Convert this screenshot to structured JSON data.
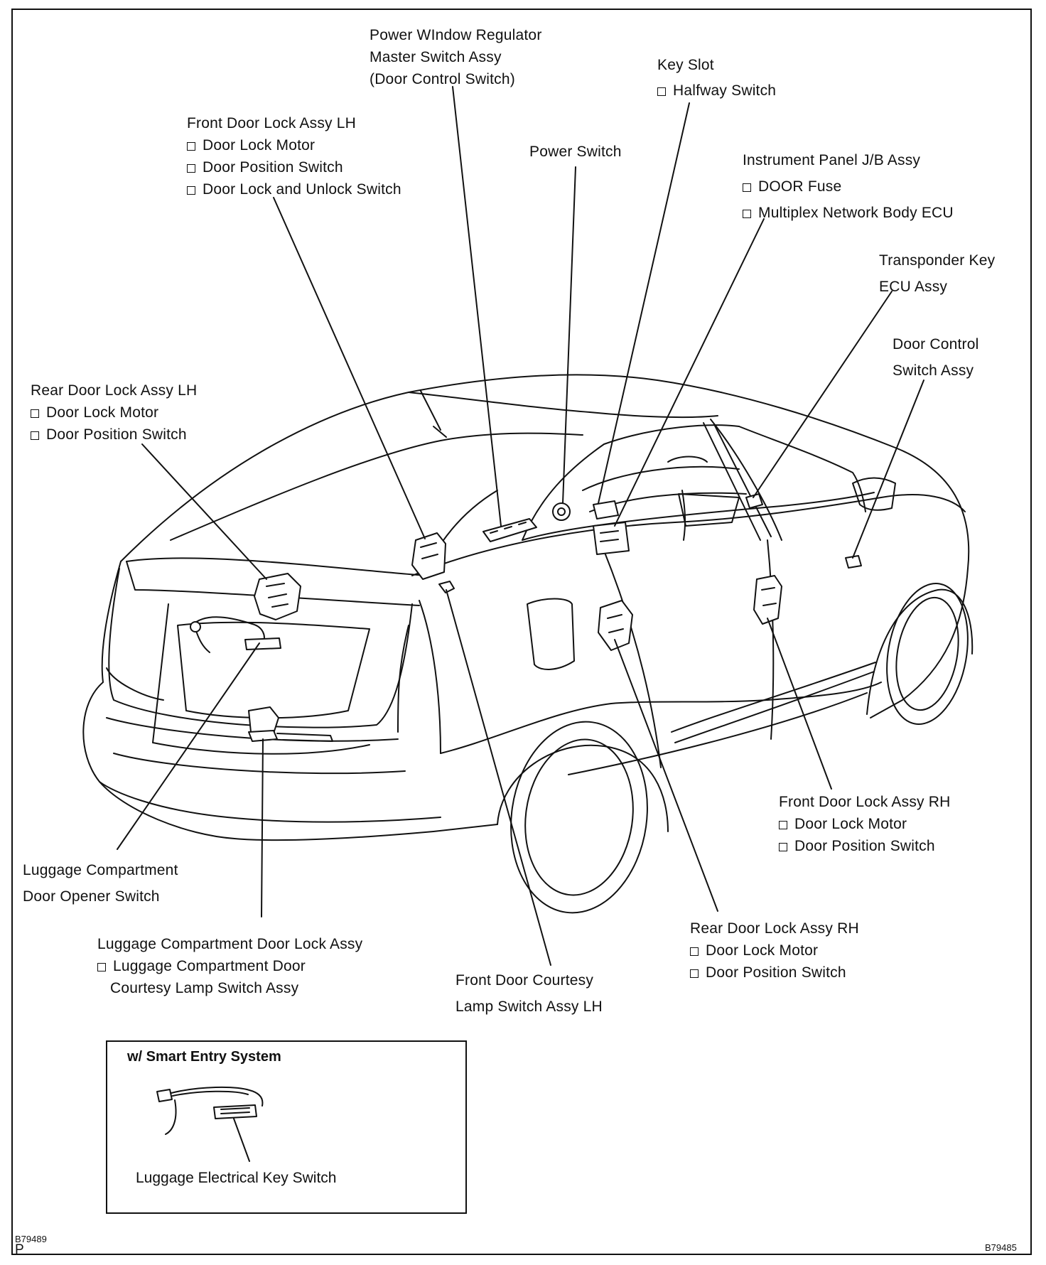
{
  "labels": {
    "power_window": [
      "Power WIndow Regulator",
      "Master Switch Assy",
      "(Door Control Switch)"
    ],
    "key_slot": {
      "title": "Key Slot",
      "items": [
        "Halfway Switch"
      ]
    },
    "front_door_lock_lh": {
      "title": "Front Door Lock Assy LH",
      "items": [
        "Door Lock Motor",
        "Door Position Switch",
        "Door Lock and Unlock Switch"
      ]
    },
    "power_switch": "Power Switch",
    "instrument_panel": {
      "title": "Instrument Panel J/B Assy",
      "items": [
        "DOOR Fuse",
        "Multiplex Network Body ECU"
      ]
    },
    "transponder": [
      "Transponder Key",
      "ECU Assy"
    ],
    "door_control_switch": [
      "Door Control",
      "Switch Assy"
    ],
    "rear_door_lock_lh": {
      "title": "Rear Door Lock Assy LH",
      "items": [
        "Door Lock Motor",
        "Door Position Switch"
      ]
    },
    "front_door_lock_rh": {
      "title": "Front Door Lock Assy RH",
      "items": [
        "Door Lock Motor",
        "Door Position Switch"
      ]
    },
    "luggage_opener": [
      "Luggage Compartment",
      "Door Opener Switch"
    ],
    "rear_door_lock_rh": {
      "title": "Rear Door Lock Assy RH",
      "items": [
        "Door Lock Motor",
        "Door Position Switch"
      ]
    },
    "luggage_lock": {
      "title": "Luggage Compartment Door Lock Assy",
      "items": [
        "Luggage Compartment Door",
        "Courtesy Lamp Switch Assy"
      ]
    },
    "courtesy_lh": [
      "Front Door Courtesy",
      "Lamp Switch Assy LH"
    ]
  },
  "inset": {
    "title": "w/ Smart Entry System",
    "label": "Luggage Electrical Key Switch"
  },
  "codes": {
    "bottom_left": "B79489",
    "bottom_left_letter": "P",
    "bottom_right": "B79485"
  }
}
